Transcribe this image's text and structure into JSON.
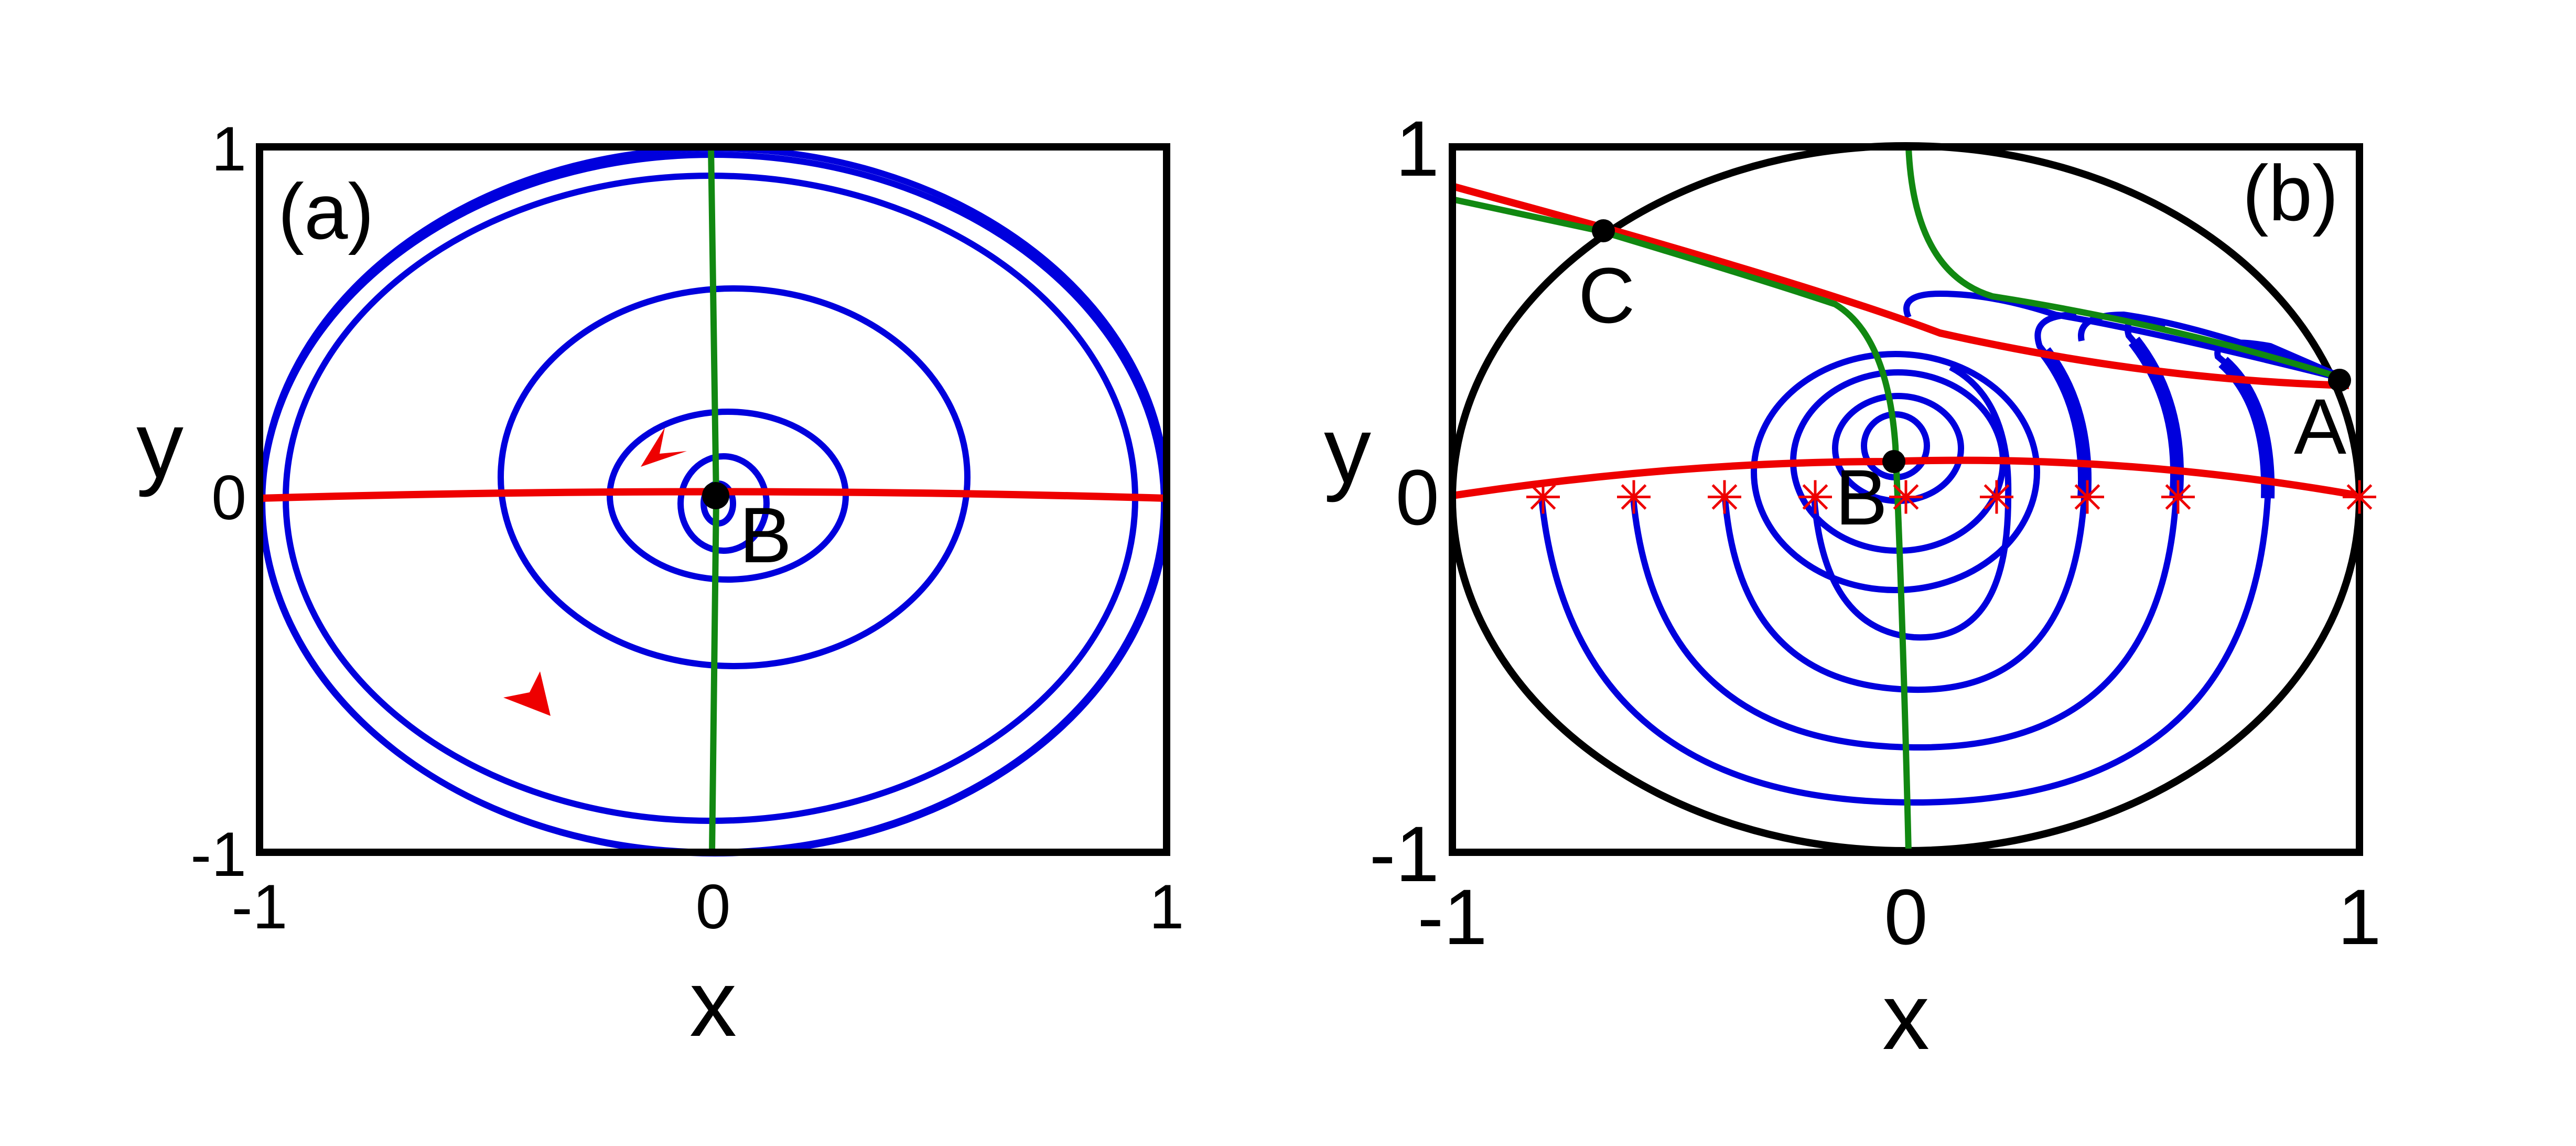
{
  "panels": [
    {
      "id": "a",
      "tag": "(a)",
      "xlabel": "x",
      "ylabel": "y",
      "xticks": [
        "-1",
        "0",
        "1"
      ],
      "yticks": [
        "1",
        "0",
        "-1"
      ],
      "points": [
        {
          "label": "B",
          "x": 0.0,
          "y": 0.0
        }
      ]
    },
    {
      "id": "b",
      "tag": "(b)",
      "xlabel": "x",
      "ylabel": "y",
      "xticks": [
        "-1",
        "0",
        "1"
      ],
      "yticks": [
        "1",
        "0",
        "-1"
      ],
      "points": [
        {
          "label": "C",
          "x": -0.66,
          "y": 0.75
        },
        {
          "label": "A",
          "x": 0.97,
          "y": 0.33
        },
        {
          "label": "B",
          "x": -0.02,
          "y": 0.1
        }
      ],
      "star_x": [
        -0.8,
        -0.6,
        -0.4,
        -0.2,
        0.0,
        0.2,
        0.4,
        0.6,
        1.0
      ]
    }
  ],
  "colors": {
    "trajectory": "#0000dd",
    "nullcline_red": "#ee0000",
    "nullcline_green": "#118811",
    "boundary": "#000000"
  }
}
